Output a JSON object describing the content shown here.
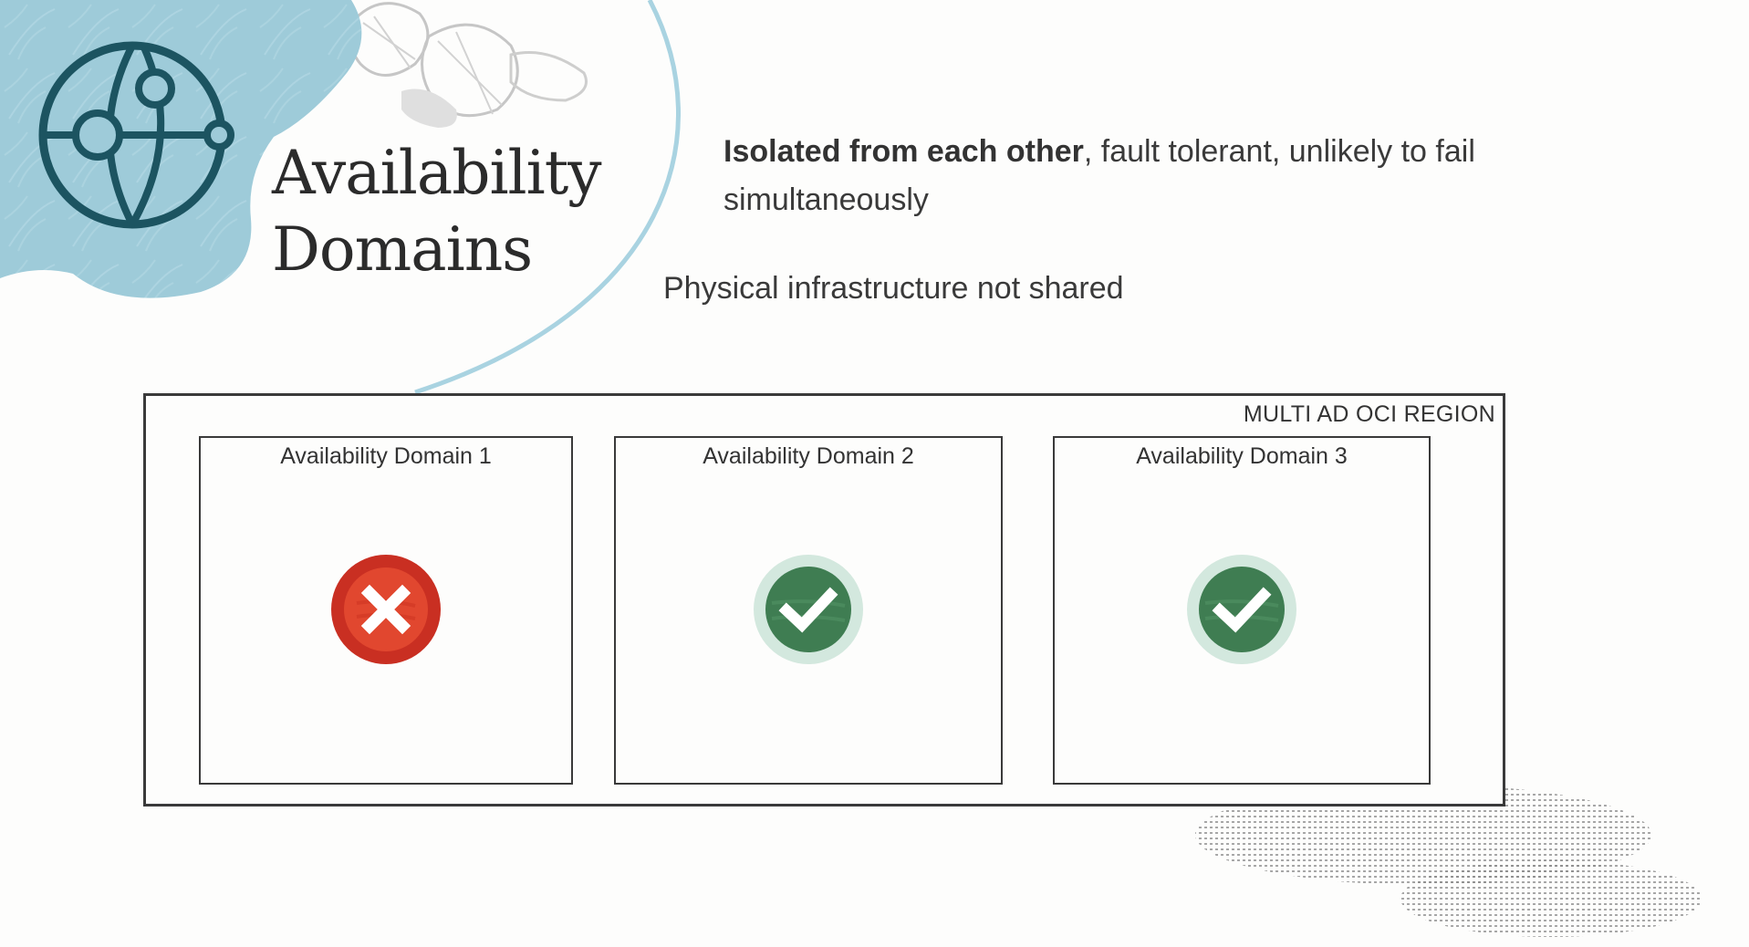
{
  "slide": {
    "title_line1": "Availability",
    "title_line2": "Domains",
    "bullet1_bold": "Isolated from each other",
    "bullet1_rest": ", fault tolerant, unlikely to fail simultaneously",
    "bullet2": "Physical infrastructure not shared",
    "logo_icon": "globe-network-icon"
  },
  "region": {
    "label": "MULTI AD OCI REGION",
    "domains": [
      {
        "label": "Availability Domain 1",
        "status": "failed",
        "icon": "x-circle-icon",
        "color": "#c92f22"
      },
      {
        "label": "Availability Domain 2",
        "status": "ok",
        "icon": "check-circle-icon",
        "color": "#3f7d52"
      },
      {
        "label": "Availability Domain 3",
        "status": "ok",
        "icon": "check-circle-icon",
        "color": "#3f7d52"
      }
    ]
  },
  "colors": {
    "blob_blue": "#9ecbd9",
    "logo_teal": "#1c5461",
    "arc_blue": "#a9d3e1",
    "fail_red": "#c92f22",
    "ok_green": "#3f7d52",
    "ok_ring": "#d3e8de"
  }
}
